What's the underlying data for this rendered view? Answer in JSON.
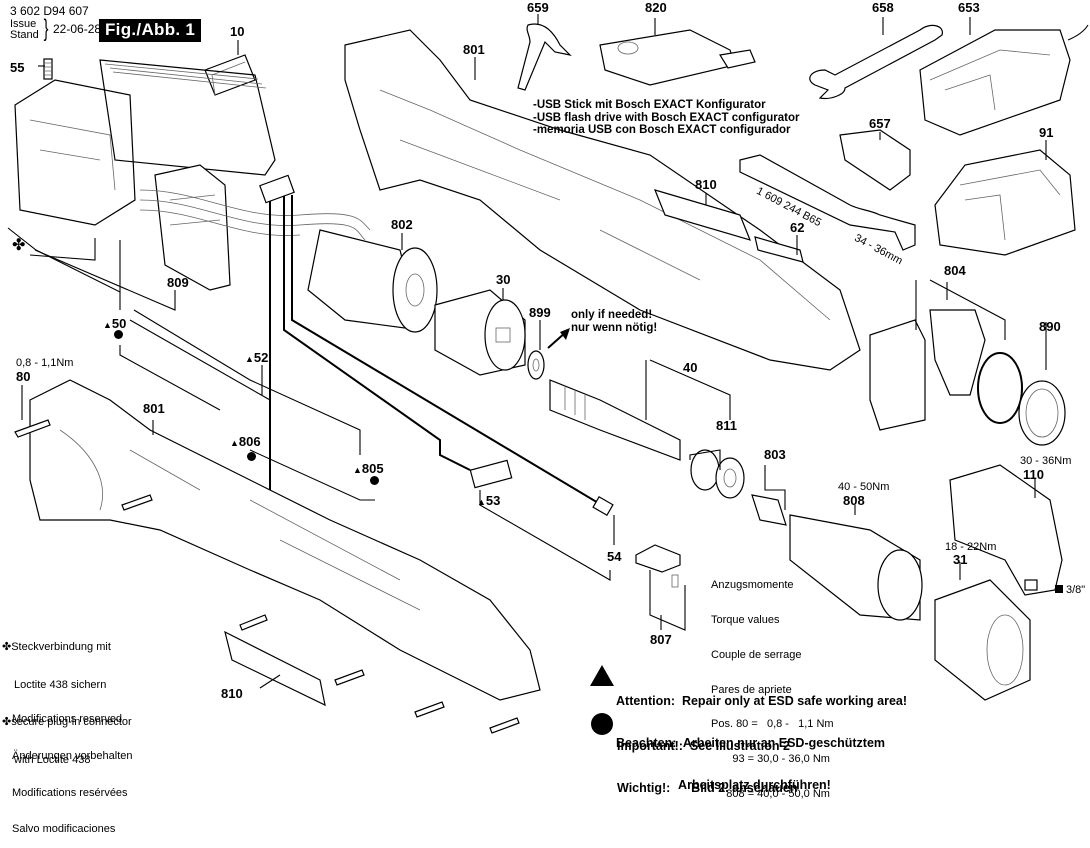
{
  "header": {
    "document_number": "3 602 D94 607",
    "issue_label": "Issue",
    "stand_label": "Stand",
    "issue_date": "22-06-28",
    "figure_label": "Fig./Abb. 1"
  },
  "parts": [
    {
      "id": "10",
      "label": "10"
    },
    {
      "id": "55",
      "label": "55"
    },
    {
      "id": "659",
      "label": "659"
    },
    {
      "id": "820",
      "label": "820"
    },
    {
      "id": "658",
      "label": "658"
    },
    {
      "id": "653",
      "label": "653"
    },
    {
      "id": "801-top",
      "label": "801"
    },
    {
      "id": "657",
      "label": "657"
    },
    {
      "id": "91",
      "label": "91"
    },
    {
      "id": "810-top",
      "label": "810"
    },
    {
      "id": "62",
      "label": "62"
    },
    {
      "id": "802",
      "label": "802"
    },
    {
      "id": "30",
      "label": "30"
    },
    {
      "id": "899",
      "label": "899"
    },
    {
      "id": "809",
      "label": "809"
    },
    {
      "id": "50",
      "label": "50"
    },
    {
      "id": "52",
      "label": "52"
    },
    {
      "id": "80",
      "label": "80"
    },
    {
      "id": "801-left",
      "label": "801"
    },
    {
      "id": "806",
      "label": "806"
    },
    {
      "id": "805",
      "label": "805"
    },
    {
      "id": "53",
      "label": "53"
    },
    {
      "id": "54",
      "label": "54"
    },
    {
      "id": "40",
      "label": "40"
    },
    {
      "id": "811",
      "label": "811"
    },
    {
      "id": "803",
      "label": "803"
    },
    {
      "id": "804",
      "label": "804"
    },
    {
      "id": "890",
      "label": "890"
    },
    {
      "id": "808",
      "label": "808"
    },
    {
      "id": "110",
      "label": "110"
    },
    {
      "id": "31",
      "label": "31"
    },
    {
      "id": "807",
      "label": "807"
    },
    {
      "id": "810-bottom",
      "label": "810"
    }
  ],
  "torque_labels": {
    "p80": "0,8 - 1,1Nm",
    "p808": "40 - 50Nm",
    "p110": "30 - 36Nm",
    "p31": "18 - 22Nm"
  },
  "wrench_text": "1 609 244 B65",
  "wrench_size": "34 - 36mm",
  "square_drive": "3/8\"",
  "usb_note": [
    "-USB Stick mit Bosch EXACT Konfigurator",
    "-USB flash drive with Bosch EXACT configurator",
    "-memoria USB con Bosch EXACT configurador"
  ],
  "only_if_needed": [
    "only if needed!",
    "nur wenn nötig!"
  ],
  "torque_table": {
    "titles": [
      "Anzugsmomente",
      "Torque values",
      "Couple de serrage",
      "Pares de apriete"
    ],
    "rows": [
      "Pos. 80 =   0,8 -   1,1 Nm",
      "       93 = 30,0 - 36,0 Nm",
      "     808 = 40,0 - 50,0 Nm"
    ]
  },
  "attention": {
    "line1": "Attention:  Repair only at ESD safe working area!",
    "line2": "Beachten:  Arbeiten nur an ESD-geschütztem",
    "line3": "                  Arbeitsplatz durchführen!"
  },
  "important": {
    "line1": "Important!:  See Illustration 2",
    "line2": "Wichtig!:      Bild 2. anschauen"
  },
  "loctite_notes": [
    "Steckverbindung mit",
    "Loctite 438 sichern",
    "secure plug-in connector",
    "with Loctite 438"
  ],
  "modifications": [
    "Modifications reserved",
    "Änderungen vorbehalten",
    "Modifications resérvées",
    "Salvo modificaciones"
  ],
  "symbols": {
    "triangle": "esd-attention-triangle",
    "circle": "important-circle",
    "clover": "loctite-clover"
  }
}
